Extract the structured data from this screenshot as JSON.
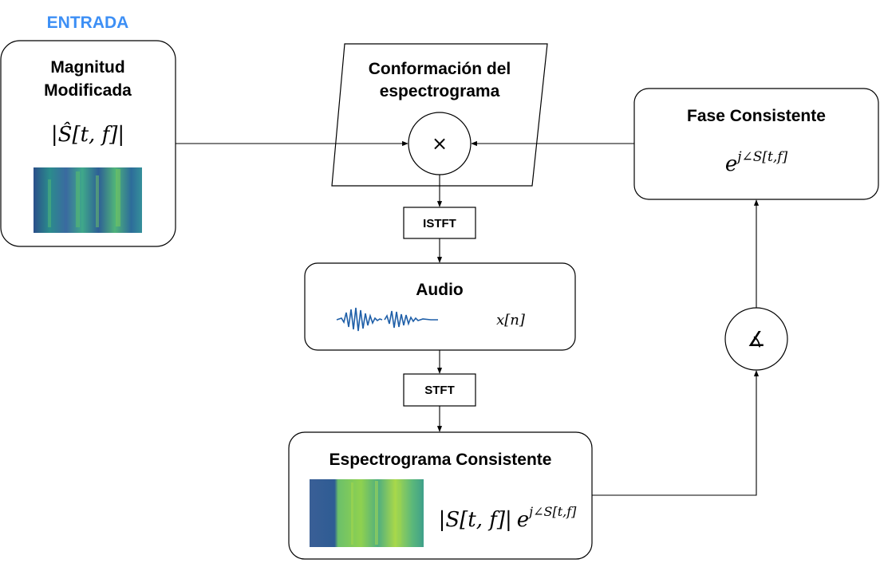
{
  "input_label": "ENTRADA",
  "magnitude_block": {
    "title_line1": "Magnitud",
    "title_line2": "Modificada",
    "formula": "|Ŝ[t, f]|"
  },
  "shaping_block": {
    "title_line1": "Conformación del",
    "title_line2": "espectrograma",
    "operator": "×"
  },
  "phase_block": {
    "title": "Fase Consistente",
    "formula_base": "e",
    "formula_exp": "j∠S[t,f]"
  },
  "istft_label": "ISTFT",
  "stft_label": "STFT",
  "audio_block": {
    "title": "Audio",
    "formula": "x[n]"
  },
  "spectrogram_block": {
    "title": "Espectrograma Consistente",
    "formula_mag": "|S[t, f]|",
    "formula_base": "e",
    "formula_exp": "j∠S[t,f]"
  },
  "angle_operator": "∡",
  "colors": {
    "accent": "#3d8ff5",
    "spectro_dark": "#2b4f8a",
    "spectro_mid": "#2b8c8c",
    "spectro_bright": "#8fd14f",
    "waveform": "#1f5fa8"
  }
}
